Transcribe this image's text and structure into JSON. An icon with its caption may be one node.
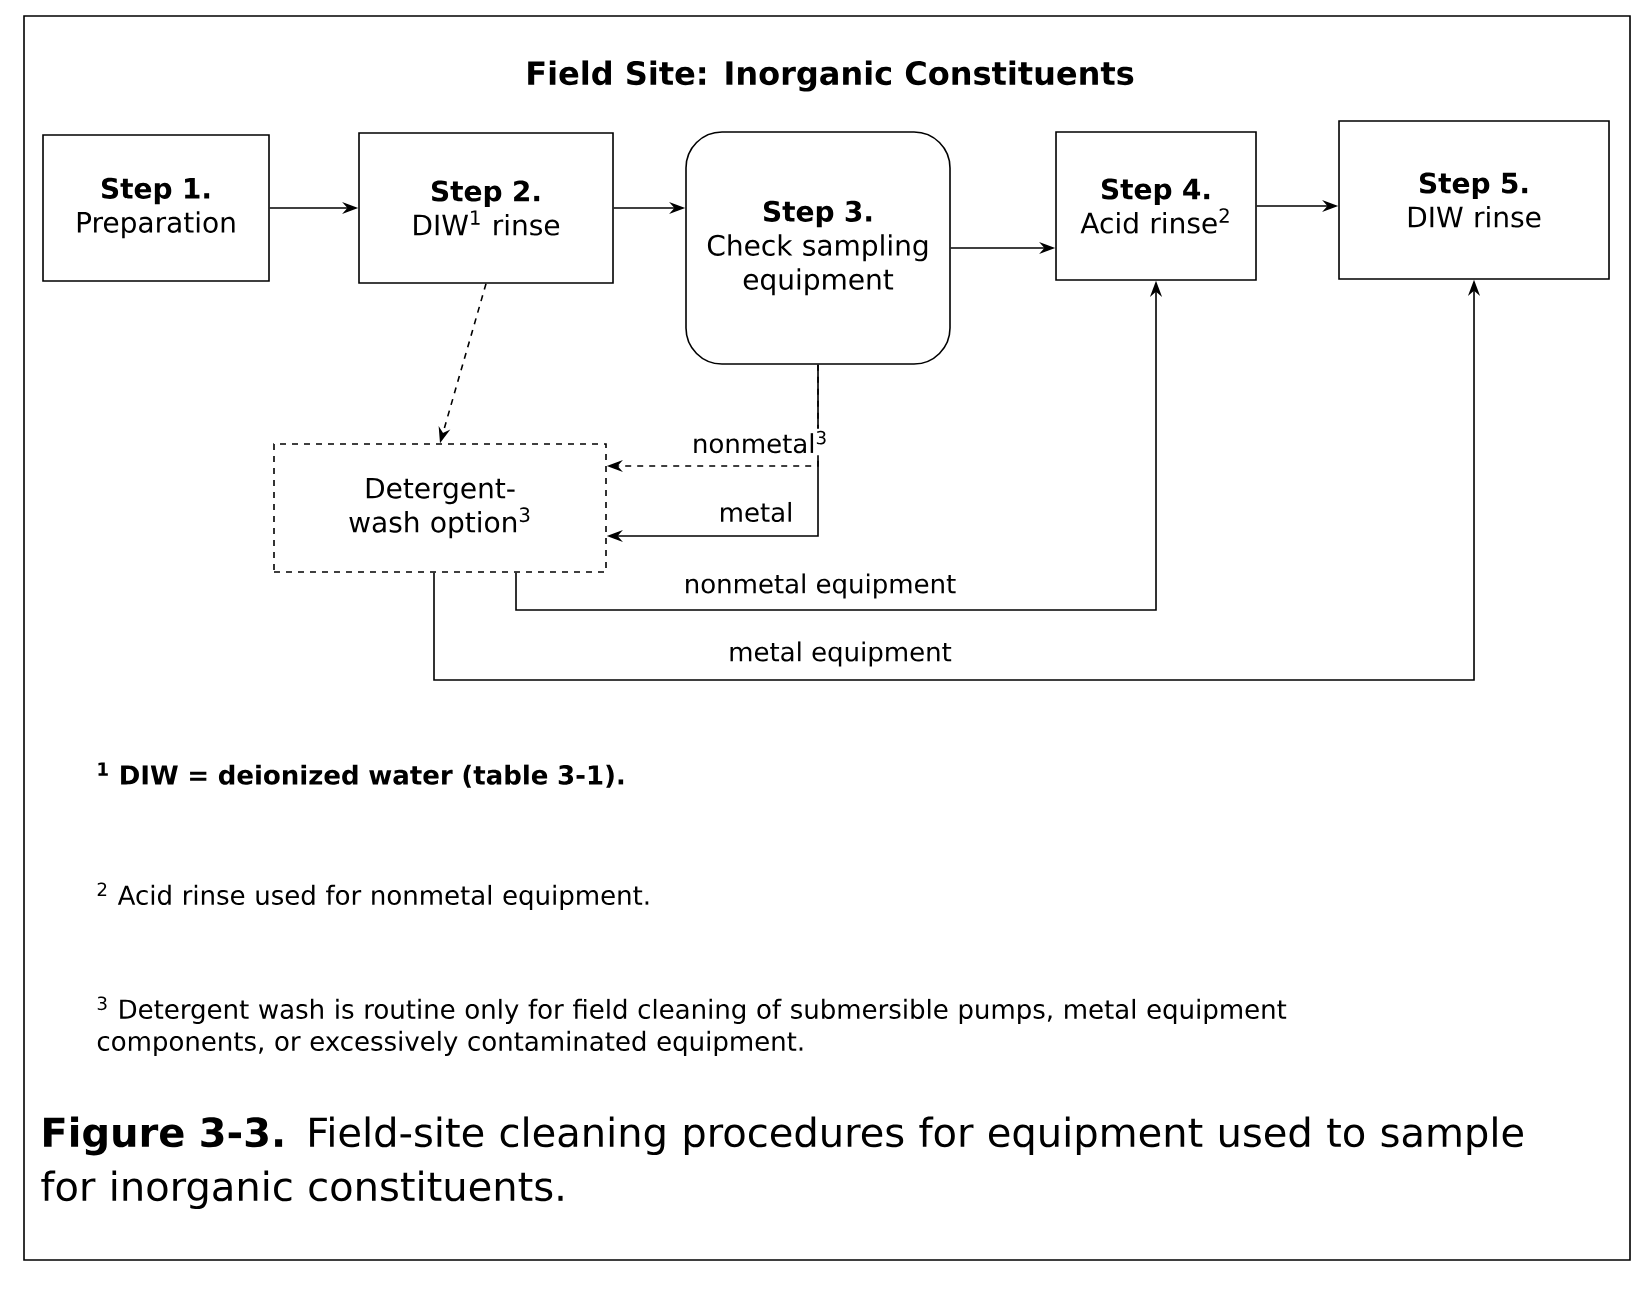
{
  "diagram": {
    "title": "Field Site: Inorganic Constituents",
    "caption": "**Figure 3-3.** Field-site cleaning procedures for equipment used to sample for inorganic constituents.",
    "nodes": [
      {
        "text": [
          "Step 1.",
          "Preparation"
        ]
      },
      {
        "text": [
          "Step 2.",
          "DIW$^{1}$ rinse"
        ]
      },
      {
        "text": [
          "Step 3.",
          "Check sampling equipment"
        ]
      },
      {
        "text": [
          "Step 4.",
          "Acid rinse$^{2}$"
        ]
      },
      {
        "text": [
          "Step 5.",
          "DIW rinse"
        ]
      },
      {
        "text": [
          "Detergent-wash option$^{3}$"
        ]
      }
    ],
    "edges": [
      {
        "from": 0,
        "to": 1,
        "arrow": "to"
      },
      {
        "from": 1,
        "to": 2,
        "arrow": "to"
      },
      {
        "from": 2,
        "to": 3,
        "arrow": "to"
      },
      {
        "from": 3,
        "to": 4,
        "arrow": "to"
      },
      {
        "from": 1,
        "to": 5,
        "arrow": "to",
        "style": "dashed"
      },
      {
        "from": 2,
        "to": 5,
        "arrow": "to",
        "style": "dashed",
        "label": "nonmetal$^{3}$"
      },
      {
        "from": 2,
        "to": 5,
        "arrow": "to",
        "label": "metal"
      },
      {
        "from": 5,
        "to": 3,
        "arrow": "to",
        "label": "nonmetal equipment"
      },
      {
        "from": 5,
        "to": 4,
        "arrow": "to",
        "label": "metal equipment"
      }
    ],
    "labels": [
      "$^{1}$ DIW = deionized water (table 3-1).",
      "$^{2}$ Acid rinse used for nonmetal equipment.",
      "$^{3}$ Detergent wash is routine only for field cleaning of submersible pumps, metal equipment components, or excessively contaminated equipment."
    ]
  }
}
